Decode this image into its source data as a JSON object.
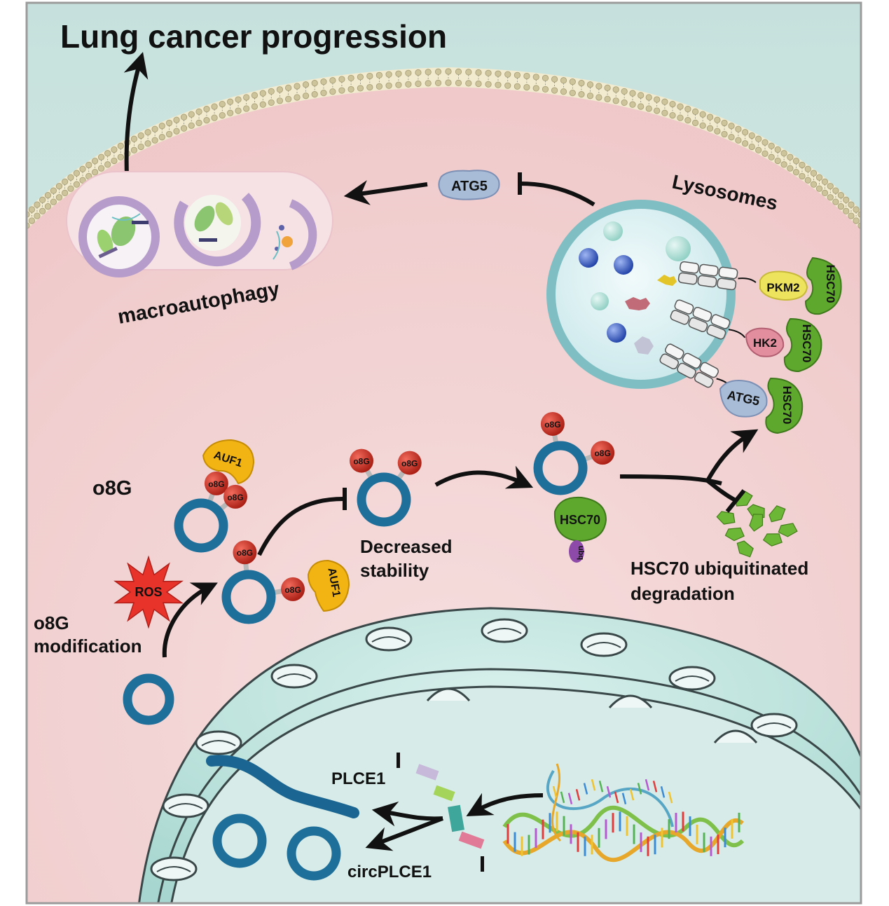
{
  "labels": {
    "title": "Lung cancer progression",
    "lysosomes": "Lysosomes",
    "macroautophagy": "macroautophagy",
    "o8g": "o8G",
    "o8g_modification_1": "o8G",
    "o8g_modification_2": "modification",
    "ros": "ROS",
    "decreased_1": "Decreased",
    "decreased_2": "stability",
    "hsc70_degradation_1": "HSC70 ubiquitinated",
    "hsc70_degradation_2": "degradation",
    "plce1": "PLCE1",
    "circplce1": "circPLCE1"
  },
  "proteins": {
    "atg5": "ATG5",
    "auf1": "AUF1",
    "hsc70": "HSC70",
    "pkm2": "PKM2",
    "hk2": "HK2",
    "ubq": "ubq",
    "o8g_mark": "o8G"
  },
  "colors": {
    "extracellular": "#cfe5e1",
    "membrane": "#f3ecd2",
    "cytoplasm": "#f3cfd0",
    "nucleus": "#bfe0dc",
    "circ_rna": "#1f6f9b",
    "o8g_bead": "#c0281b",
    "auf1": "#f2b413",
    "hsc70": "#5ea92d",
    "ros": "#e8332a",
    "atg5": "#a7bcd9",
    "lysosome": "#d8eef1"
  }
}
